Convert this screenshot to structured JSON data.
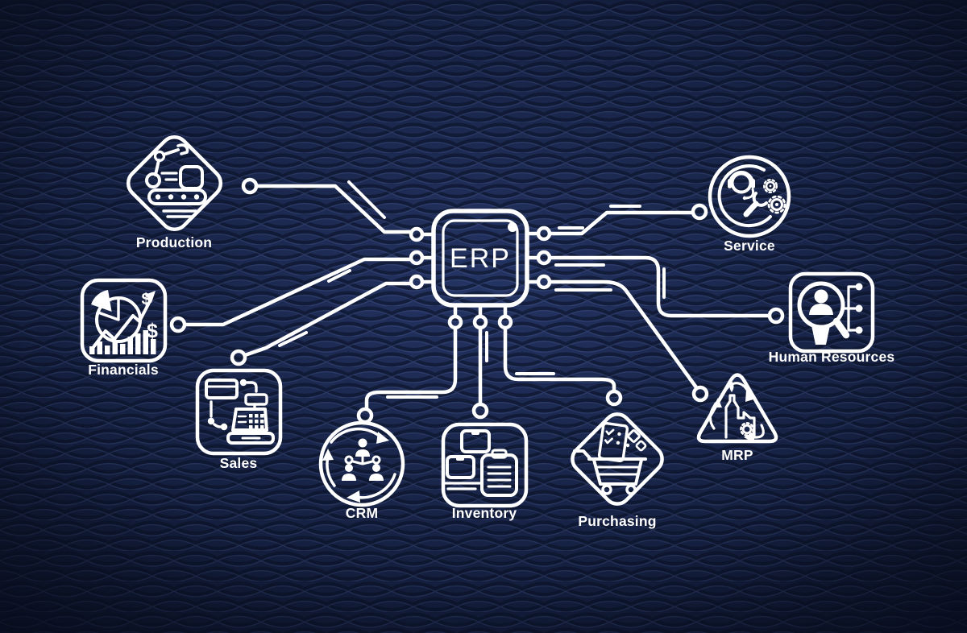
{
  "title": "ERP modules circuit diagram",
  "colors": {
    "background_center": "#223158",
    "background_edge": "#070c1a",
    "line": "#ffffff",
    "label": "#ffffff"
  },
  "hub": {
    "label": "ERP"
  },
  "modules": [
    {
      "id": "production",
      "label": "Production",
      "icon": "robot-arm-conveyor-icon",
      "frame": "diamond"
    },
    {
      "id": "financials",
      "label": "Financials",
      "icon": "pie-chart-growth-icon",
      "frame": "rounded-square",
      "currency_symbol": "$"
    },
    {
      "id": "sales",
      "label": "Sales",
      "icon": "cash-register-icon",
      "frame": "rounded-square"
    },
    {
      "id": "crm",
      "label": "CRM",
      "icon": "customer-cycle-icon",
      "frame": "circle"
    },
    {
      "id": "inventory",
      "label": "Inventory",
      "icon": "boxes-clipboard-icon",
      "frame": "rounded-square"
    },
    {
      "id": "purchasing",
      "label": "Purchasing",
      "icon": "cart-checklist-icon",
      "frame": "diamond"
    },
    {
      "id": "mrp",
      "label": "MRP",
      "icon": "factory-recycle-icon",
      "frame": "triangle"
    },
    {
      "id": "service",
      "label": "Service",
      "icon": "headset-tools-icon",
      "frame": "circle"
    },
    {
      "id": "human_resources",
      "label": "Human Resources",
      "icon": "person-magnifier-icon",
      "frame": "rounded-square"
    }
  ],
  "connections": [
    {
      "from": "ERP",
      "to": "Production"
    },
    {
      "from": "ERP",
      "to": "Financials"
    },
    {
      "from": "ERP",
      "to": "Sales"
    },
    {
      "from": "ERP",
      "to": "CRM"
    },
    {
      "from": "ERP",
      "to": "Inventory"
    },
    {
      "from": "ERP",
      "to": "Purchasing"
    },
    {
      "from": "ERP",
      "to": "MRP"
    },
    {
      "from": "ERP",
      "to": "Service"
    },
    {
      "from": "ERP",
      "to": "Human Resources"
    }
  ]
}
